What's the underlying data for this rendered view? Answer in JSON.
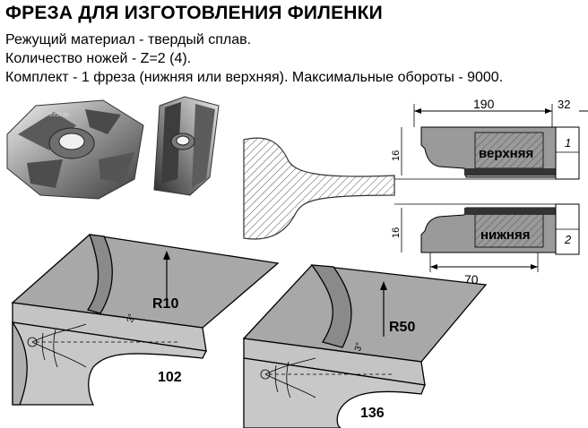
{
  "title": "ФРЕЗА ДЛЯ ИЗГОТОВЛЕНИЯ ФИЛЕНКИ",
  "lines": [
    "Режущий материал - твердый сплав.",
    "Количество ножей - Z=2 (4).",
    "Комплект - 1 фреза (нижняя или верхняя). Максимальные обороты - 9000."
  ],
  "photo": {
    "watermark": "frezi.su"
  },
  "drawing": {
    "dim_top": "190",
    "dim_right": "32",
    "dim_bottom": "70",
    "dim_height_upper": "16",
    "dim_height_lower": "16",
    "upper_label": "верхняя",
    "lower_label": "нижняя",
    "part_1": "1",
    "part_2": "2"
  },
  "profiles": [
    {
      "radius": "R10",
      "angle": "3°",
      "code": "102"
    },
    {
      "radius": "R50",
      "angle": "3°",
      "code": "136"
    }
  ]
}
